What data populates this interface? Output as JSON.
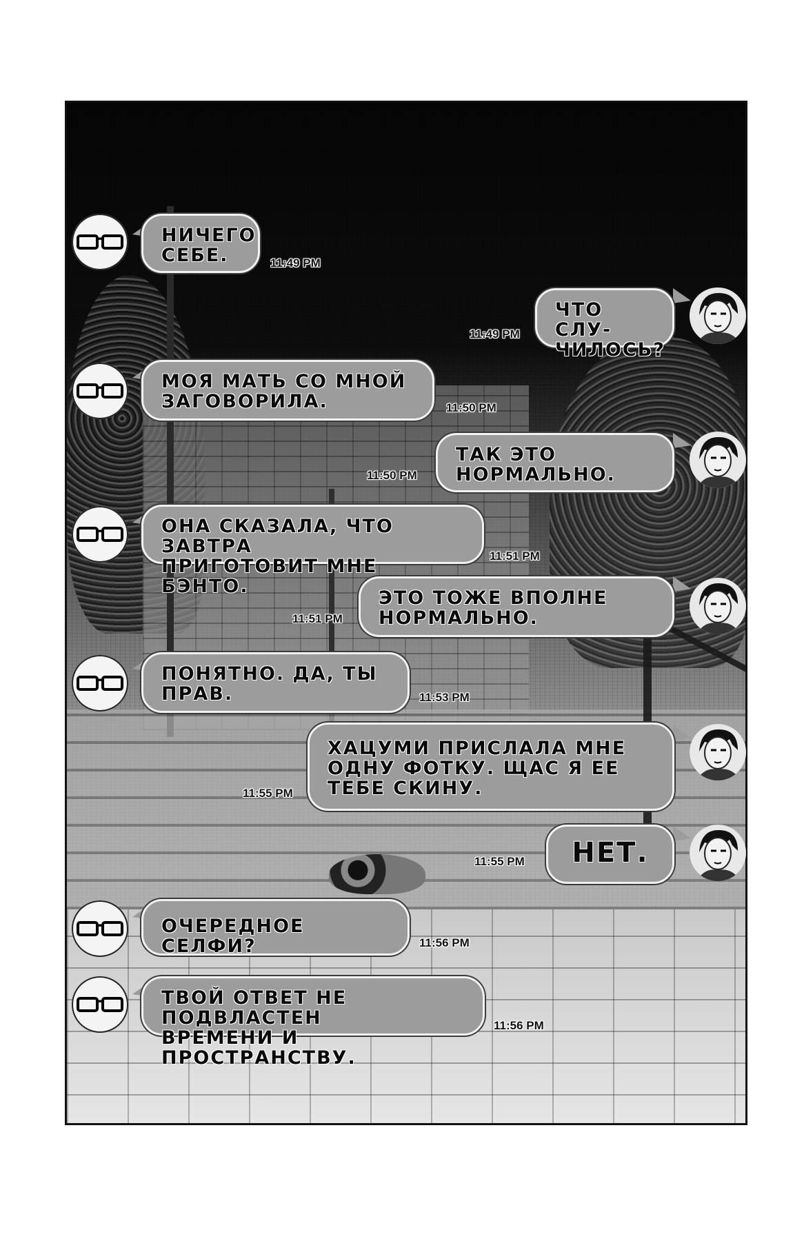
{
  "messages": [
    {
      "side": "left",
      "text": "НИЧЕГО\nСЕБЕ.",
      "time": "11:49 PM"
    },
    {
      "side": "right",
      "text": "ЧТО СЛУ-\nЧИЛОСЬ?",
      "time": "11:49 PM"
    },
    {
      "side": "left",
      "text": "МОЯ МАТЬ СО МНОЙ\nЗАГОВОРИЛА.",
      "time": "11:50 PM"
    },
    {
      "side": "right",
      "text": "ТАК ЭТО\nНОРМАЛЬНО.",
      "time": "11:50 PM"
    },
    {
      "side": "left",
      "text": "ОНА СКАЗАЛА, ЧТО ЗАВТРА\nПРИГОТОВИТ МНЕ БЭНТО.",
      "time": "11:51 PM"
    },
    {
      "side": "right",
      "text": "ЭТО ТОЖЕ ВПОЛНЕ\nНОРМАЛЬНО.",
      "time": "11:51 PM"
    },
    {
      "side": "left",
      "text": "ПОНЯТНО. ДА, ТЫ\nПРАВ.",
      "time": "11:53 PM"
    },
    {
      "side": "right",
      "text": "ХАЦУМИ ПРИСЛАЛА МНЕ\nОДНУ ФОТКУ. ЩАС Я ЕЕ\nТЕБЕ СКИНУ.",
      "time": "11:55 PM"
    },
    {
      "side": "right",
      "text": "НЕТ.",
      "time": "11:55 PM"
    },
    {
      "side": "left",
      "text": "ОЧЕРЕДНОЕ СЕЛФИ?",
      "time": "11:56 PM"
    },
    {
      "side": "left",
      "text": "ТВОЙ ОТВЕТ НЕ ПОДВЛАСТЕН\nВРЕМЕНИ И ПРОСТРАНСТВУ.",
      "time": "11:56 PM"
    }
  ],
  "avatars": {
    "left": "glasses-icon",
    "right": "boy-portrait-icon"
  },
  "colors": {
    "bubble": "#9c9c9c",
    "bubble_border": "#f2f2f2",
    "panel_border": "#111111"
  }
}
